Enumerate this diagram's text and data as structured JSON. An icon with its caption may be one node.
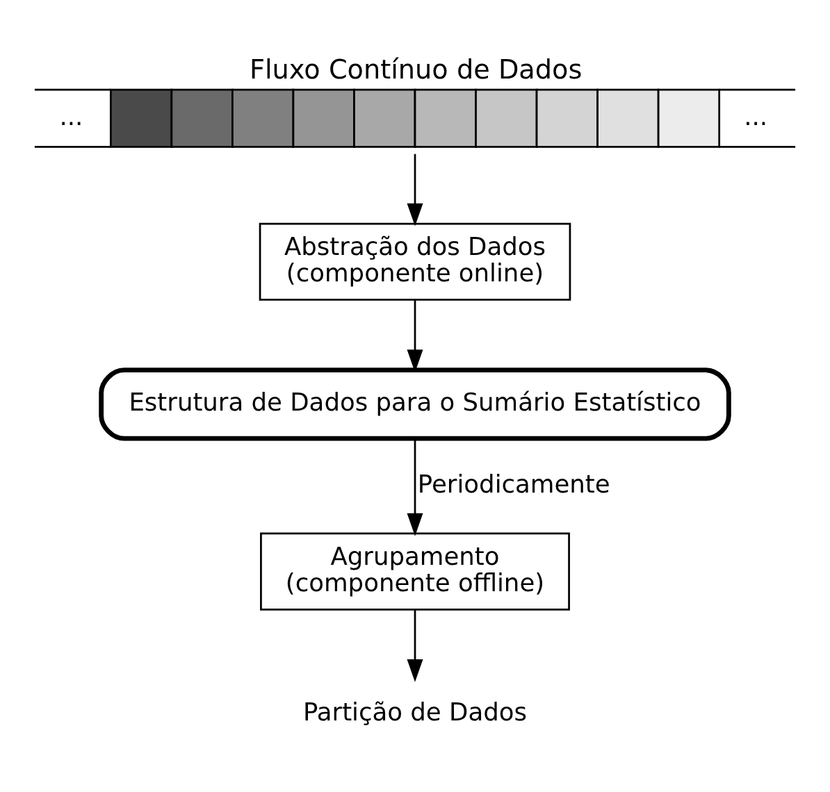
{
  "diagram": {
    "nodes": [
      {
        "text": [
          "Fluxo Contínuo de Dados",
          "...",
          "..."
        ]
      },
      {
        "text": [
          "Abstração dos Dados",
          "(componente online)"
        ]
      },
      {
        "text": [
          "Estrutura de Dados para o Sumário Estatístico"
        ]
      },
      {
        "text": [
          "Agrupamento",
          "(componente offline)"
        ]
      },
      {
        "text": [
          "Partição de Dados"
        ]
      }
    ],
    "edges": [
      {
        "from": 0,
        "to": 1,
        "arrow": "to"
      },
      {
        "from": 1,
        "to": 2,
        "arrow": "to"
      },
      {
        "from": 2,
        "to": 3,
        "arrow": "to",
        "label": "Periodicamente"
      },
      {
        "from": 3,
        "to": 4,
        "arrow": "to"
      }
    ]
  }
}
